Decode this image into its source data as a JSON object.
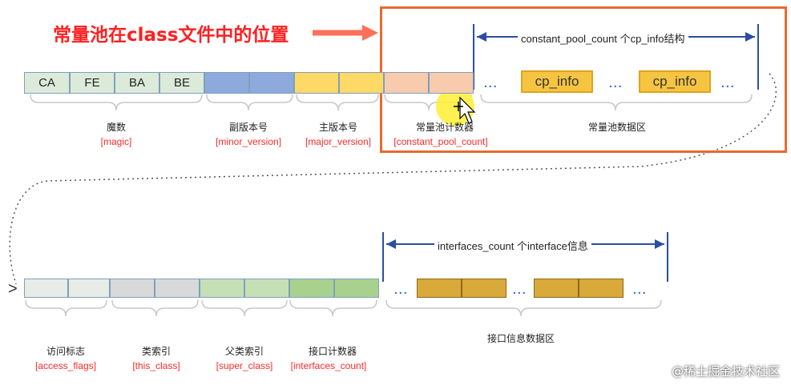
{
  "title": "常量池在class文件中的位置",
  "row1": {
    "magic_bytes": [
      "CA",
      "FE",
      "BA",
      "BE"
    ],
    "fields": [
      {
        "cn": "魔数",
        "en": "magic"
      },
      {
        "cn": "副版本号",
        "en": "minor_version"
      },
      {
        "cn": "主版本号",
        "en": "major_version"
      },
      {
        "cn": "常量池计数器",
        "en": "constant_pool_count"
      }
    ],
    "span_label": "constant_pool_count 个cp_info结构",
    "cp_info_left": "cp_info",
    "cp_info_right": "cp_info",
    "dots": "...",
    "data_area": "常量池数据区"
  },
  "row2": {
    "fields": [
      {
        "cn": "访问标志",
        "en": "access_flags"
      },
      {
        "cn": "类索引",
        "en": "this_class"
      },
      {
        "cn": "父类索引",
        "en": "super_class"
      },
      {
        "cn": "接口计数器",
        "en": "interfaces_count"
      }
    ],
    "span_label": "interfaces_count 个interface信息",
    "dots": "...",
    "data_area": "接口信息数据区"
  },
  "connector_glyph": ">",
  "watermark": "@稀土掘金技术社区",
  "colors": {
    "title_red": "#ff2020",
    "box_orange": "#e66b2e",
    "field_red": "#ff2a2a",
    "magic": "#dcebd9",
    "minor": "#8ea9db",
    "major": "#ffd966",
    "cp_count": "#f8cbad",
    "access": "#e7ece6",
    "this_class": "#d9d9d9",
    "super_class": "#c5e0b4",
    "interfaces_count": "#a9d18e",
    "cp_info": "#f5c542",
    "interface_item": "#d9a93a",
    "arrow_blue": "#2a4fa0"
  }
}
